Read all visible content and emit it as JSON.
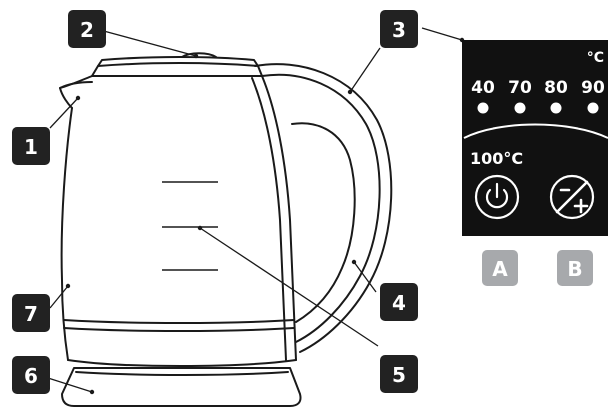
{
  "callouts": [
    {
      "id": "1",
      "label": "1"
    },
    {
      "id": "2",
      "label": "2"
    },
    {
      "id": "3",
      "label": "3"
    },
    {
      "id": "4",
      "label": "4"
    },
    {
      "id": "5",
      "label": "5"
    },
    {
      "id": "6",
      "label": "6"
    },
    {
      "id": "7",
      "label": "7"
    }
  ],
  "panel": {
    "unit": "°C",
    "temperatures": [
      "40",
      "70",
      "80",
      "90"
    ],
    "boil_label": "100°C",
    "buttons": [
      {
        "id": "A",
        "label": "A",
        "icon": "power-icon"
      },
      {
        "id": "B",
        "label": "B",
        "icon": "minus-plus-icon"
      }
    ]
  },
  "colors": {
    "badge": "#222222",
    "panel": "#111111",
    "button_tag": "#a7a9ac",
    "line": "#1a1a1a"
  }
}
